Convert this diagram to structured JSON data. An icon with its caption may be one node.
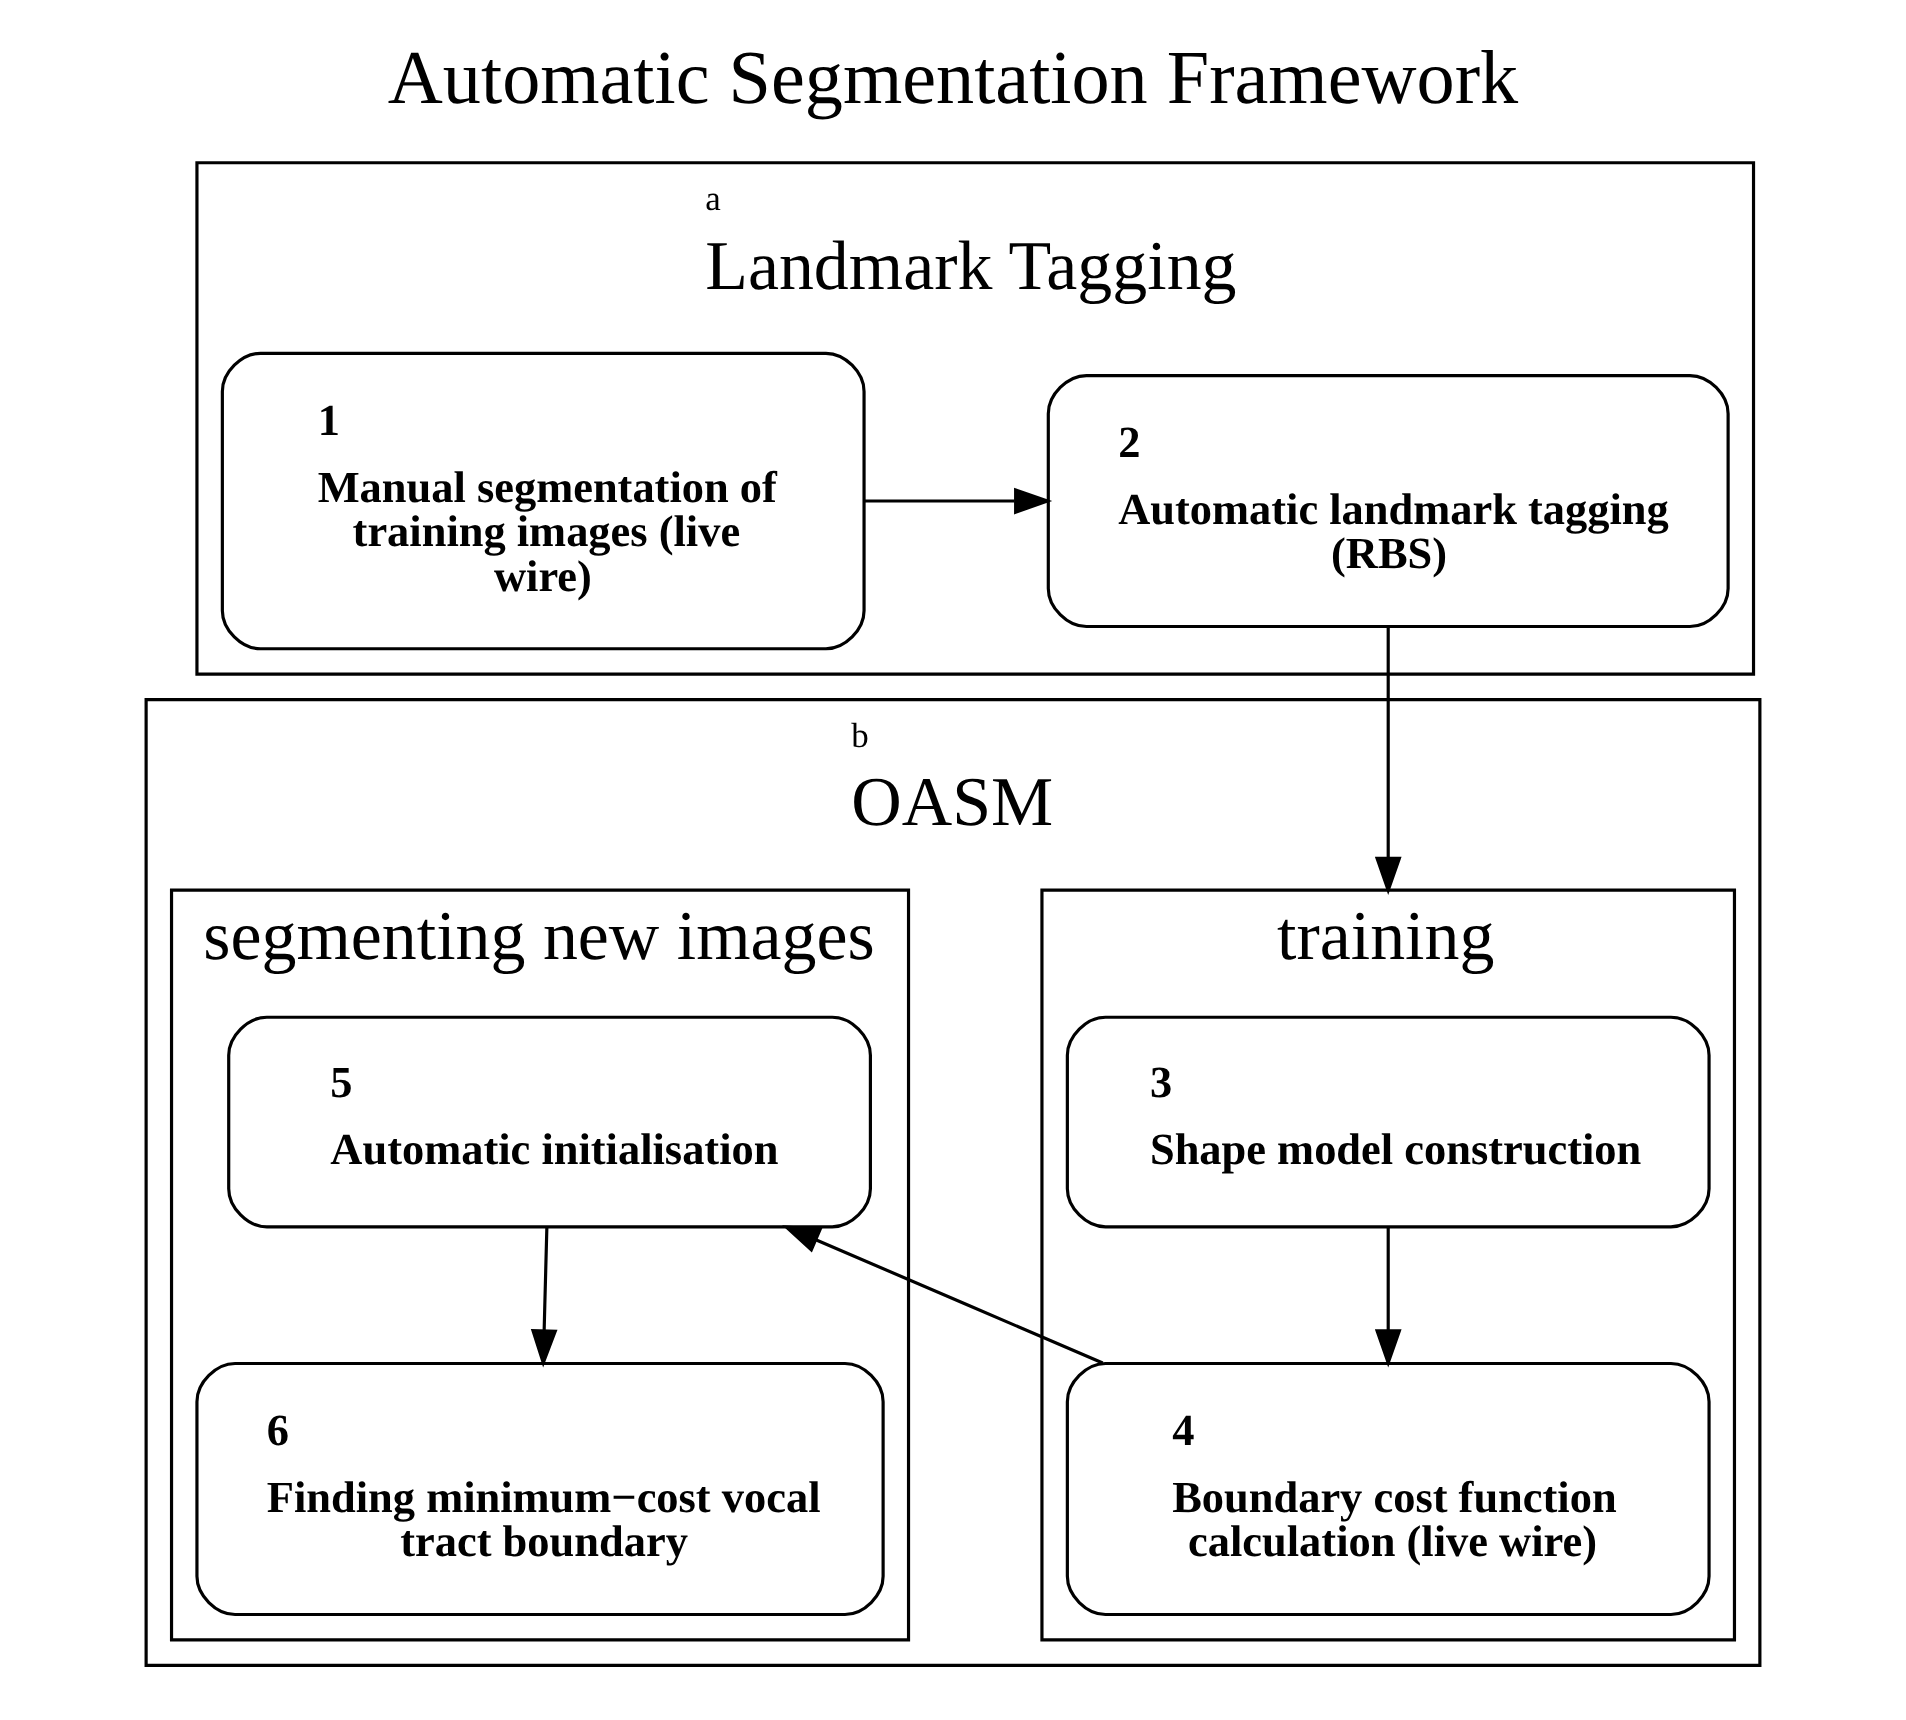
{
  "diagram": {
    "title": "Automatic Segmentation Framework",
    "nodes": [
      {
        "text": [
          "a",
          "Landmark Tagging"
        ]
      },
      {
        "text": [
          "1",
          "Manual segmentation of training images (live wire)"
        ],
        "in": 0
      },
      {
        "text": [
          "2",
          "Automatic landmark tagging (RBS)"
        ],
        "in": 0
      },
      {
        "text": [
          "b",
          "OASM"
        ]
      },
      {
        "text": [
          "training"
        ],
        "in": 3
      },
      {
        "text": [
          "3",
          "Shape model construction"
        ],
        "in": 4
      },
      {
        "text": [
          "4",
          "Boundary cost function calculation (live wire)"
        ],
        "in": 4
      },
      {
        "text": [
          "segmenting new images"
        ],
        "in": 3
      },
      {
        "text": [
          "5",
          "Automatic initialisation"
        ],
        "in": 7
      },
      {
        "text": [
          "6",
          "Finding minimum−cost vocal tract boundary"
        ],
        "in": 7
      }
    ],
    "edges": [
      {
        "from": 1,
        "to": 2,
        "arrow": "to"
      },
      {
        "from": 2,
        "to": 4,
        "arrow": "to"
      },
      {
        "from": 5,
        "to": 6,
        "arrow": "to"
      },
      {
        "from": 6,
        "to": 8,
        "arrow": "to"
      },
      {
        "from": 8,
        "to": 9,
        "arrow": "to"
      }
    ]
  }
}
